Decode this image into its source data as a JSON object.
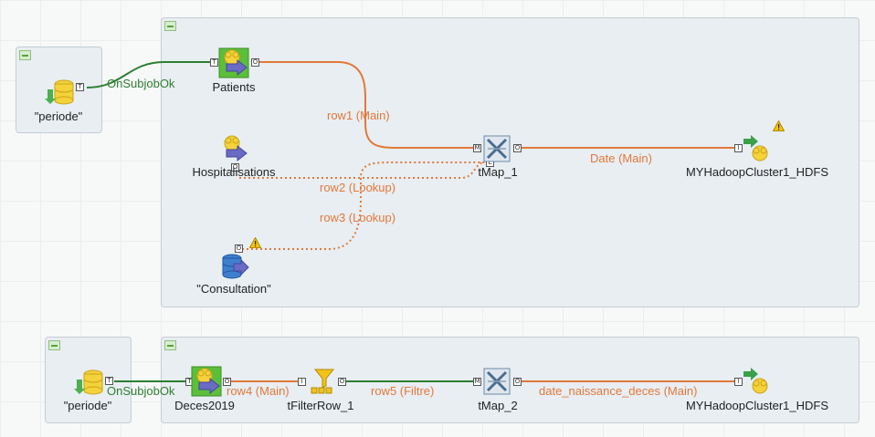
{
  "subjobs": {
    "periode_top": {
      "component_label": "\"periode\""
    },
    "main_top": {
      "patients": "Patients",
      "hospitalisations": "Hospitalisations",
      "consultation": "\"Consultation\"",
      "tmap1": "tMap_1",
      "hdfs1": "MYHadoopCluster1_HDFS"
    },
    "periode_bottom": {
      "component_label": "\"periode\""
    },
    "main_bottom": {
      "deces": "Deces2019",
      "tfilter": "tFilterRow_1",
      "tmap2": "tMap_2",
      "hdfs2": "MYHadoopCluster1_HDFS"
    }
  },
  "links": {
    "onsubjob_top": "OnSubjobOk",
    "row1": "row1 (Main)",
    "row2": "row2 (Lookup)",
    "row3": "row3 (Lookup)",
    "date": "Date (Main)",
    "onsubjob_bottom": "OnSubjobOk",
    "row4": "row4 (Main)",
    "row5": "row5 (Filtre)",
    "date_naissance": "date_naissance_deces (Main)"
  },
  "ports": {
    "trigger": "T",
    "output": "O",
    "input": "I",
    "main": "M",
    "lookup": "L"
  },
  "colors": {
    "main_link": "#e2783a",
    "trigger_link": "#2e7d32",
    "filter_link": "#2e7d32",
    "subjob_bg": "#e8eef2"
  },
  "icons": [
    "database-icon",
    "elephant-arrow-icon",
    "tmap-icon",
    "filter-funnel-icon",
    "hdfs-output-icon",
    "warning-icon"
  ]
}
